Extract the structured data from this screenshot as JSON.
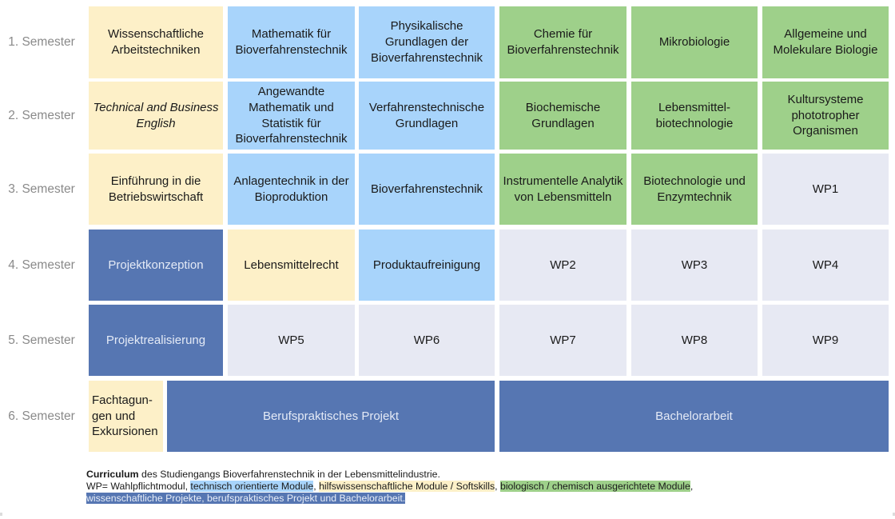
{
  "semesters": [
    "1. Semester",
    "2. Semester",
    "3. Semester",
    "4. Semester",
    "5. Semester",
    "6. Semester"
  ],
  "grid": {
    "r1": [
      "Wissenschaftliche Arbeitstechniken",
      "Mathematik für Bioverfahrenstechnik",
      "Physikalische Grundlagen der Bioverfahrenstechnik",
      "Chemie für Bioverfahrenstechnik",
      "Mikrobiologie",
      "Allgemeine und Molekulare Biologie"
    ],
    "r2": [
      "Technical and Business English",
      "Angewandte Mathematik und Statistik für Bioverfahrenstechnik",
      "Verfahrenstechnische Grundlagen",
      "Biochemische Grundlagen",
      "Lebensmittel-biotechnologie",
      "Kultursysteme phototropher Organismen"
    ],
    "r3": [
      "Einführung in die Betriebswirtschaft",
      "Anlagentechnik in der Bioproduktion",
      "Bioverfahrenstechnik",
      "Instrumentelle Analytik von Lebensmitteln",
      "Biotechnologie und Enzymtechnik",
      "WP1"
    ],
    "r4": [
      "Projektkonzeption",
      "Lebensmittelrecht",
      "Produktaufreinigung",
      "WP2",
      "WP3",
      "WP4"
    ],
    "r5": [
      "Projektrealisierung",
      "WP5",
      "WP6",
      "WP7",
      "WP8",
      "WP9"
    ],
    "r6": [
      "Fachtagun-gen und Exkursionen",
      "Berufspraktisches Projekt",
      "Bachelorarbeit"
    ]
  },
  "caption": {
    "bold": "Curriculum",
    "line1_rest": " des Studiengangs Bioverfahrenstechnik in der Lebensmittelindustrie.",
    "wp": "WP= Wahlpflichtmodul, ",
    "technical": "technisch orientierte Module",
    "sep1": ", ",
    "auxiliary": "hilfswissenschaftliche Module / Softskills",
    "sep2": ", ",
    "biological": "biologisch / chemisch ausgerichtete Module",
    "sep3": ",",
    "projects": "wissenschaftliche Projekte, berufspraktisches Projekt und Bachelorarbeit."
  },
  "colors": {
    "soft_skills": "#fdf0c8",
    "technical": "#a8d4fb",
    "biological": "#9ed08a",
    "elective": "#e7e9f3",
    "projects": "#5676b2"
  }
}
